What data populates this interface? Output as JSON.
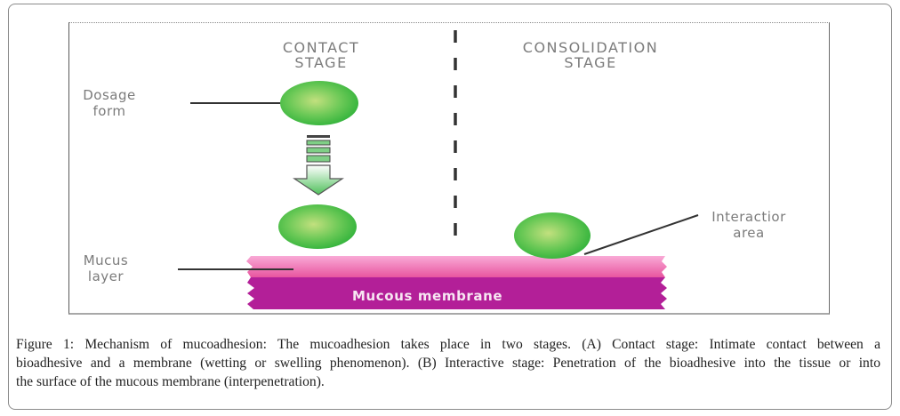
{
  "diagram": {
    "stages": {
      "contact": [
        "CONTACT",
        "STAGE"
      ],
      "consolidation": [
        "CONSOLIDATION",
        "STAGE"
      ]
    },
    "labels": {
      "dosage_form": [
        "Dosage",
        "form"
      ],
      "mucus_layer": [
        "Mucus",
        "layer"
      ],
      "interaction_area": [
        "Interactior",
        "area"
      ],
      "mucous_membrane": "Mucous membrane"
    },
    "colors": {
      "sphere_green": "#3fba3f",
      "sphere_highlight": "#b9df7a",
      "mucus_pink": "#f07ac0",
      "membrane_magenta": "#b01e96",
      "label_gray": "#7b7b7b"
    }
  },
  "caption": {
    "figure_label": "Figure 1:",
    "lines": [
      "Mechanism of mucoadhesion: The mucoadhesion takes place in two stages. (A) Contact stage: Intimate contact between a",
      "bioadhesive and a membrane (wetting or swelling phenomenon). (B) Interactive stage: Penetration of the bioadhesive into the tissue or into",
      "the surface of the mucous membrane (interpenetration)."
    ]
  }
}
